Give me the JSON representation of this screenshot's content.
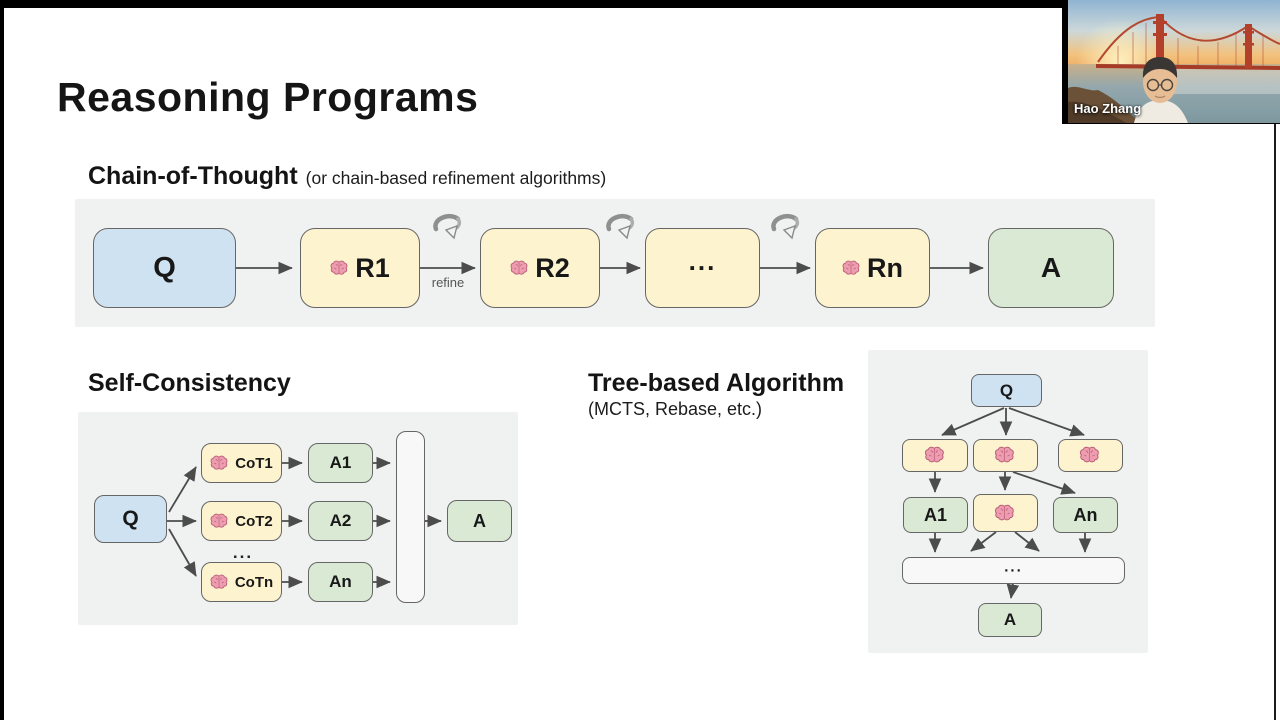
{
  "title": "Reasoning Programs",
  "webcam": {
    "name": "Hao Zhang"
  },
  "cot": {
    "heading": "Chain-of-Thought",
    "subheading": "(or chain-based refinement algorithms)",
    "refine": "refine",
    "q": "Q",
    "r1": "R1",
    "r2": "R2",
    "dots": "...",
    "rn": "Rn",
    "a": "A"
  },
  "sc": {
    "heading": "Self-Consistency",
    "q": "Q",
    "cot1": "CoT1",
    "cot2": "CoT2",
    "dots": "...",
    "cotn": "CoTn",
    "a1": "A1",
    "a2": "A2",
    "an": "An",
    "a": "A"
  },
  "tree": {
    "heading": "Tree-based Algorithm",
    "subheading": "(MCTS, Rebase, etc.)",
    "q": "Q",
    "a1": "A1",
    "an": "An",
    "dots": "...",
    "a": "A"
  },
  "colors": {
    "q_fill": "#cfe2f1",
    "reason_fill": "#fdf3cf",
    "answer_fill": "#d9e9d3",
    "aggregator_fill": "#f8f8f8",
    "node_border": "#666666",
    "panel_bg": "#f0f1f1",
    "arrow": "#4c4c4c",
    "brain_pink": "#ee9db1"
  }
}
